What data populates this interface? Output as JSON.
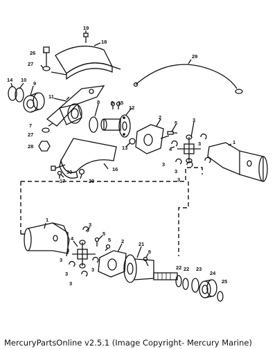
{
  "caption": "MercuryPartsOnline v2.5.1 (Image Copyright- Mercury Marine)",
  "callouts": {
    "c1a": "1",
    "c1b": "1",
    "c2a": "2",
    "c2b": "2",
    "c3a": "3",
    "c3b": "3",
    "c3c": "3",
    "c3d": "3",
    "c3e": "3",
    "c3f": "3",
    "c3g": "3",
    "c3h": "3",
    "c3i": "3",
    "c3j": "3",
    "c3k": "3",
    "c4a": "4",
    "c4b": "4",
    "c5a": "5",
    "c5b": "5",
    "c5c": "5",
    "c6a": "6",
    "c6b": "6",
    "c7": "7",
    "c8": "8",
    "c9": "9",
    "c10": "10",
    "c11": "11",
    "c12": "12",
    "c13": "13",
    "c14": "14",
    "c15": "15",
    "c16a": "16",
    "c16b": "16",
    "c17": "17",
    "c19": "19",
    "c20": "20",
    "c21": "21",
    "c22a": "22",
    "c22b": "22",
    "c23": "23",
    "c24": "24",
    "c25": "25",
    "c26": "26",
    "c27a": "27",
    "c27b": "27",
    "c28": "28",
    "c29": "29",
    "c30": "30"
  }
}
